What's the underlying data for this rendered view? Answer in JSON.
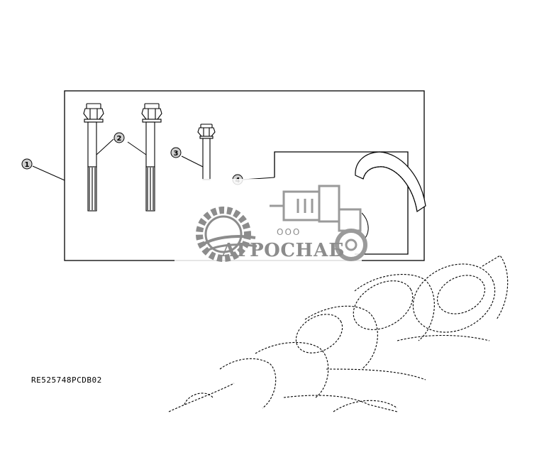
{
  "callouts": [
    {
      "id": "callout-1",
      "label": "1"
    },
    {
      "id": "callout-2",
      "label": "2"
    },
    {
      "id": "callout-3",
      "label": "3"
    },
    {
      "id": "callout-4",
      "label": "4"
    }
  ],
  "reference_code": "RE525748PCDB02",
  "watermark": {
    "prefix": "ООО",
    "name": "АГРОСНАБ"
  },
  "colors": {
    "line": "#000000",
    "watermark": "#8c8c8c",
    "background": "#ffffff"
  }
}
